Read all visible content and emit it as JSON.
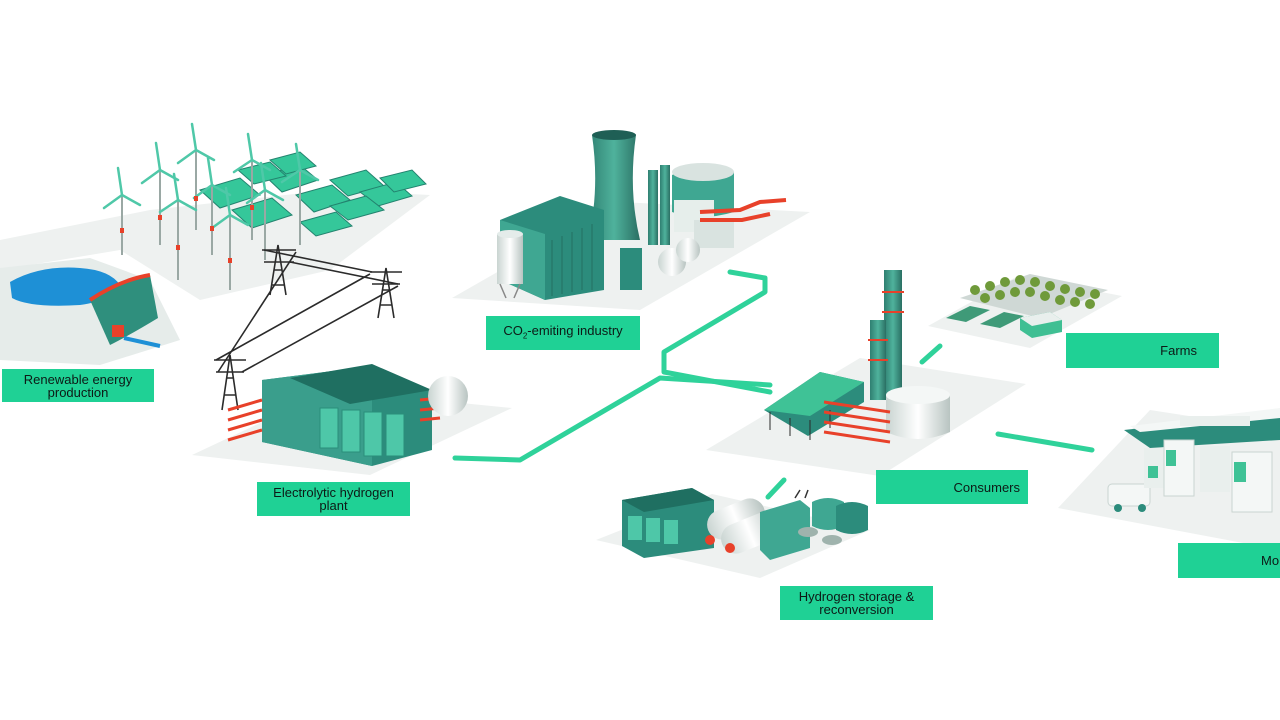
{
  "labels": {
    "renewable": {
      "line1": "Renewable energy",
      "line2": "production"
    },
    "co2": {
      "prefix": "CO",
      "sub": "2",
      "suffix": "-emiting industry"
    },
    "electrolytic": {
      "line1": "Electrolytic hydrogen",
      "line2": "plant"
    },
    "farms": "Farms",
    "consumers": "Consumers",
    "storage": {
      "line1": "Hydrogen storage &",
      "line2": "reconversion"
    },
    "mobility": "Mo"
  },
  "colors": {
    "label_bg": "#1fd195",
    "pipeline": "#2fd29a",
    "building_teal": "#2c8c7c",
    "building_light": "#45b8a0",
    "accent_red": "#e8412a",
    "water_blue": "#1e90d6",
    "platform": "#eef1f0"
  },
  "icons": {
    "renewable": "wind-solar-hydro-icon",
    "industry": "factory-cooling-tower-icon",
    "electrolysis": "electrolysis-plant-icon",
    "farms": "crop-field-icon",
    "consumers": "refinery-icon",
    "storage": "hydrogen-tanks-icon",
    "mobility": "vehicles-icon"
  }
}
